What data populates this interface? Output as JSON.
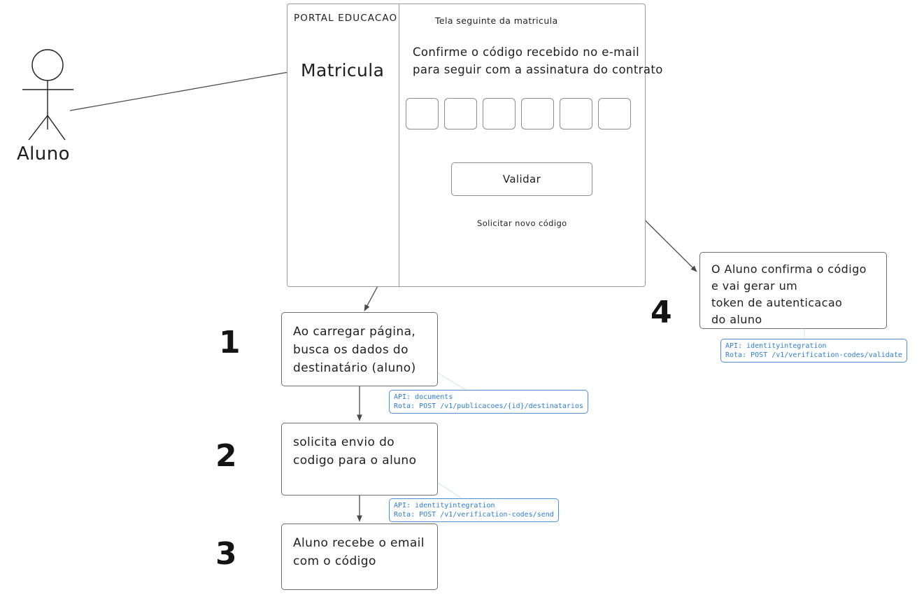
{
  "actor": {
    "label": "Aluno",
    "icon": "stick-figure-icon"
  },
  "mockup": {
    "portal_title": "PORTAL EDUCACAO",
    "nav_item": "Matricula",
    "screen_subtitle": "Tela seguinte da matricula",
    "instruction": "Confirme o código recebido no e-mail\npara seguir com a assinatura do contrato",
    "code_inputs": [
      {
        "value": ""
      },
      {
        "value": ""
      },
      {
        "value": ""
      },
      {
        "value": ""
      },
      {
        "value": ""
      },
      {
        "value": ""
      }
    ],
    "validate_button": "Validar",
    "resend_link": "Solicitar novo código"
  },
  "steps": [
    {
      "number": "1",
      "text": "Ao carregar página,\nbusca os dados do\ndestinatário (aluno)"
    },
    {
      "number": "2",
      "text": "solicita envio do\ncodigo para o aluno"
    },
    {
      "number": "3",
      "text": "Aluno recebe o email\ncom o código"
    },
    {
      "number": "4",
      "text": "O Aluno confirma o código\ne vai gerar um\ntoken de autenticacao\ndo aluno"
    }
  ],
  "api_labels": [
    {
      "text": "API: documents\nRota: POST /v1/publicacoes/{id}/destinatarios"
    },
    {
      "text": "API: identityintegration\nRota: POST /v1/verification-codes/send"
    },
    {
      "text": "API: identityintegration\nRota: POST /v1/verification-codes/validate"
    }
  ],
  "colors": {
    "api_blue": "#2b7cd3",
    "stroke_gray": "#6e6e6e",
    "frame_gray": "#9a9a9a",
    "connector_gray": "#555555"
  }
}
